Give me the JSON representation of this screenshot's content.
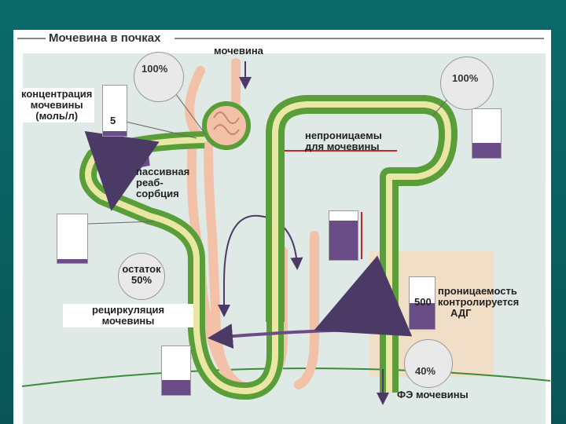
{
  "title": "Мочевина в почках",
  "labels": {
    "urea_top": "мочевина",
    "concentration_line1": "концентрация",
    "concentration_line2": "мочевины",
    "concentration_line3": "(моль/л)",
    "impermeable_line1": "непроницаемы",
    "impermeable_line2": "для мочевины",
    "passive_line1": "пассивная",
    "passive_line2": "реаб-",
    "passive_line3": "сорбция",
    "remainder_line1": "остаток",
    "remainder_line2": "50%",
    "recirc_line1": "рециркуляция",
    "recirc_line2": "мочевины",
    "permeability_line1": "проницаемость",
    "permeability_line2": "контролируется",
    "permeability_line3": "АДГ",
    "fe_label": "ФЭ мочевины"
  },
  "values": {
    "bubble_left_pct": "100%",
    "bubble_right_pct": "100%",
    "bubble_bottom_pct": "40%",
    "conc_value_5": "5",
    "conc_value_500": "500"
  },
  "beaker_levels": {
    "left_top": 0.1,
    "left_mid": 0.08,
    "right_top": 0.3,
    "collecting": 0.5,
    "bottom_left": 0.3
  },
  "colors": {
    "slide_bg": "#0a5c5c",
    "tubule_green": "#5a9e3a",
    "tubule_light": "#e9e7a3",
    "vessel_pink": "#f3c0a8",
    "arrow_purple": "#6a4d86",
    "impermeable_red": "#c0282b"
  }
}
